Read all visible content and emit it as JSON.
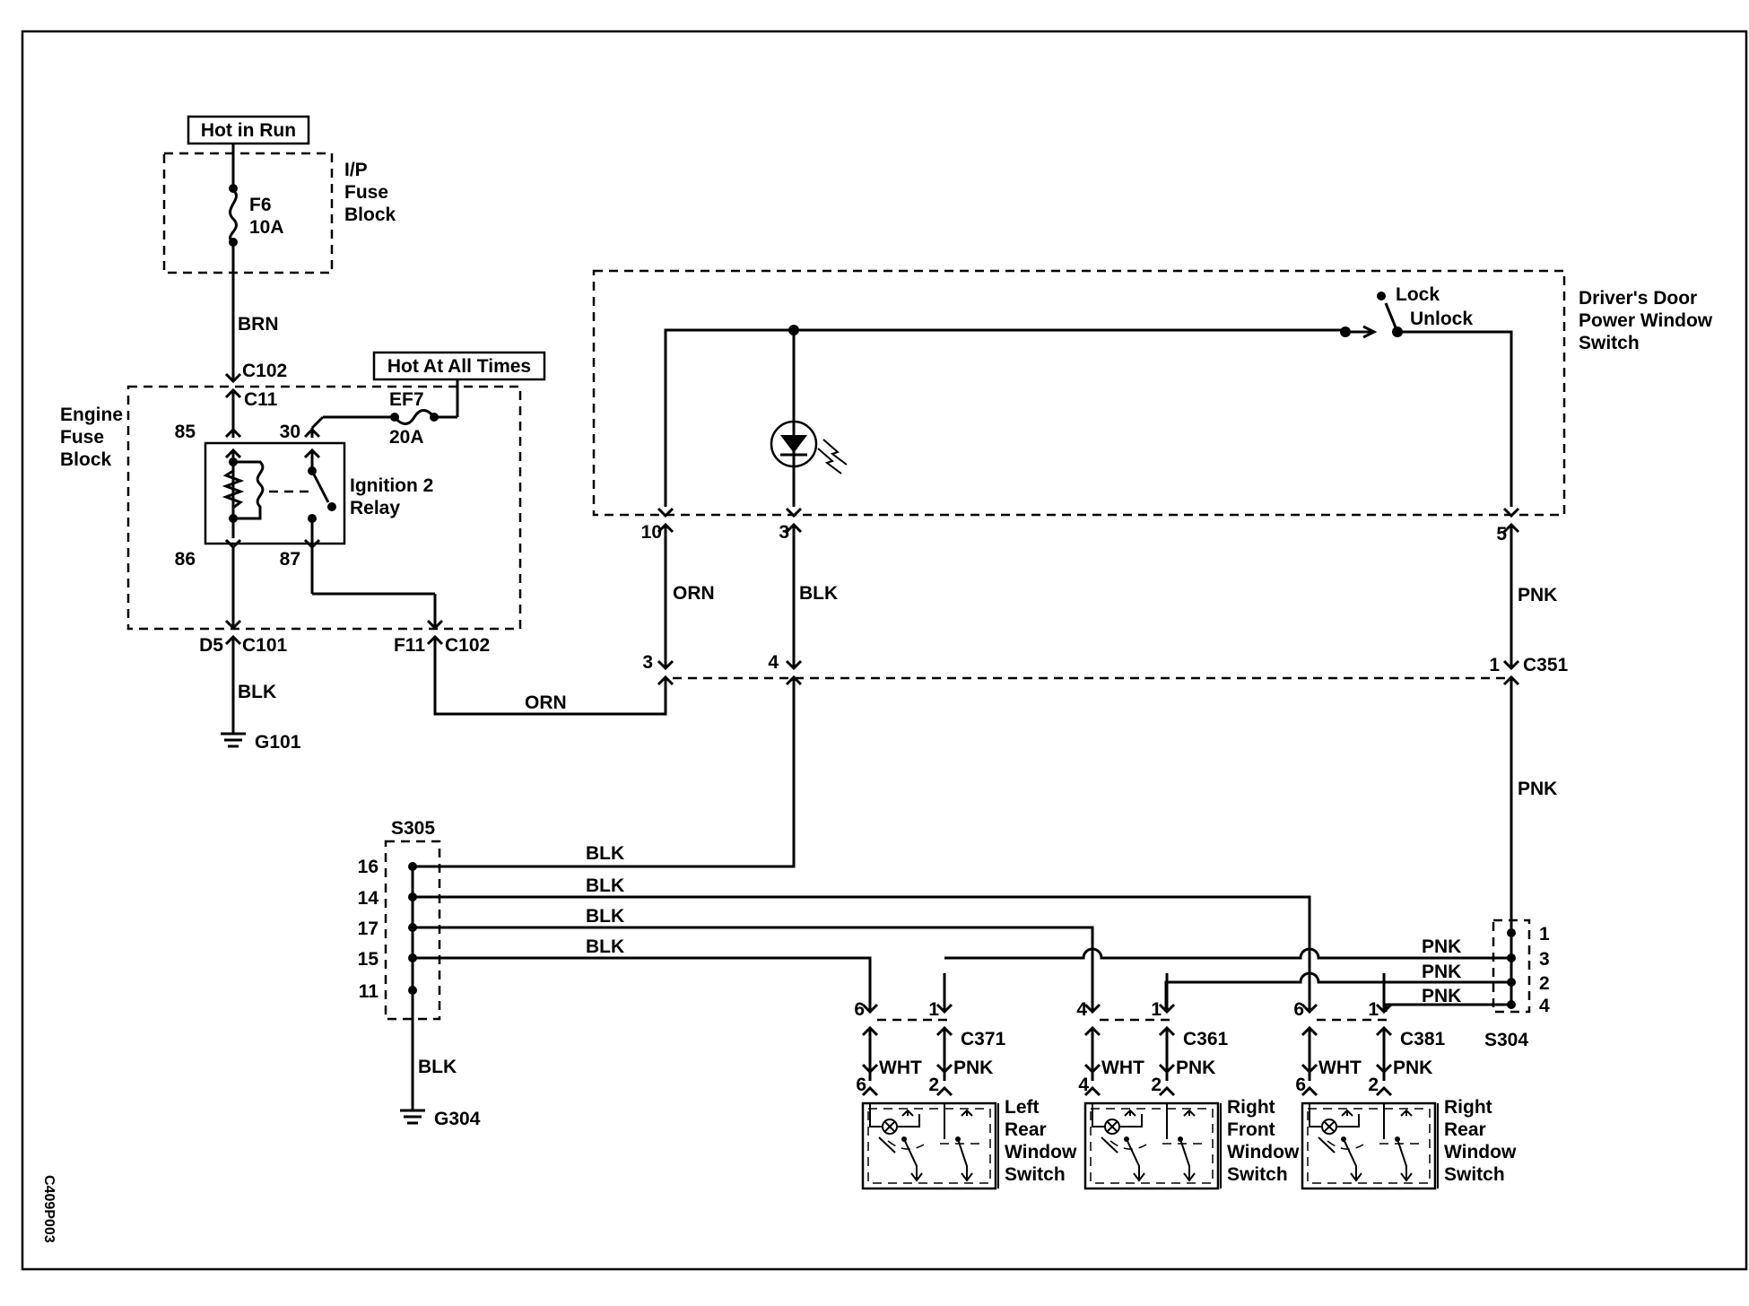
{
  "labels": {
    "hot_in_run": "Hot in Run",
    "ip_fuse_block": [
      "I/P",
      "Fuse",
      "Block"
    ],
    "fuse_f6": "F6",
    "fuse_f6_rating": "10A",
    "brn": "BRN",
    "c102_top": "C102",
    "c11": "C11",
    "hot_at_all_times": "Hot At All Times",
    "ef7": "EF7",
    "ef7_rating": "20A",
    "engine_fuse_block": [
      "Engine",
      "Fuse",
      "Block"
    ],
    "pin85": "85",
    "pin30": "30",
    "pin86": "86",
    "pin87": "87",
    "ignition_relay": [
      "Ignition 2",
      "Relay"
    ],
    "d5": "D5",
    "c101": "C101",
    "f11": "F11",
    "c102_bottom": "C102",
    "blk_ground": "BLK",
    "g101": "G101",
    "orn_bottom": "ORN",
    "drivers_switch": [
      "Driver's Door",
      "Power Window",
      "Switch"
    ],
    "lock": "Lock",
    "unlock": "Unlock",
    "pin10": "10",
    "pin3_top": "3",
    "pin5": "5",
    "orn_vertical": "ORN",
    "blk_vertical": "BLK",
    "pnk_vertical": "PNK",
    "pin3_c351": "3",
    "pin4_c351": "4",
    "pin1_c351": "1",
    "c351": "C351",
    "pnk_lower": "PNK",
    "s305": "S305",
    "s305_pins": [
      "16",
      "14",
      "17",
      "15",
      "11"
    ],
    "blk_wires": [
      "BLK",
      "BLK",
      "BLK",
      "BLK"
    ],
    "blk_s305_ground": "BLK",
    "g304": "G304",
    "pnk_wires": [
      "PNK",
      "PNK",
      "PNK"
    ],
    "s304_pins": [
      "1",
      "3",
      "2",
      "4"
    ],
    "s304": "S304",
    "left_rear": {
      "c_pin6": "6",
      "c_pin1": "1",
      "connector": "C371",
      "wht": "WHT",
      "pnk": "PNK",
      "s_pin6": "6",
      "s_pin2": "2",
      "name": [
        "Left",
        "Rear",
        "Window",
        "Switch"
      ]
    },
    "right_front": {
      "c_pin6": "4",
      "c_pin1": "1",
      "connector": "C361",
      "wht": "WHT",
      "pnk": "PNK",
      "s_pin6": "4",
      "s_pin2": "2",
      "name": [
        "Right",
        "Front",
        "Window",
        "Switch"
      ]
    },
    "right_rear": {
      "c_pin6": "6",
      "c_pin1": "1",
      "connector": "C381",
      "wht": "WHT",
      "pnk": "PNK",
      "s_pin6": "6",
      "s_pin2": "2",
      "name": [
        "Right",
        "Rear",
        "Window",
        "Switch"
      ]
    },
    "figure_code": "C409P003"
  }
}
